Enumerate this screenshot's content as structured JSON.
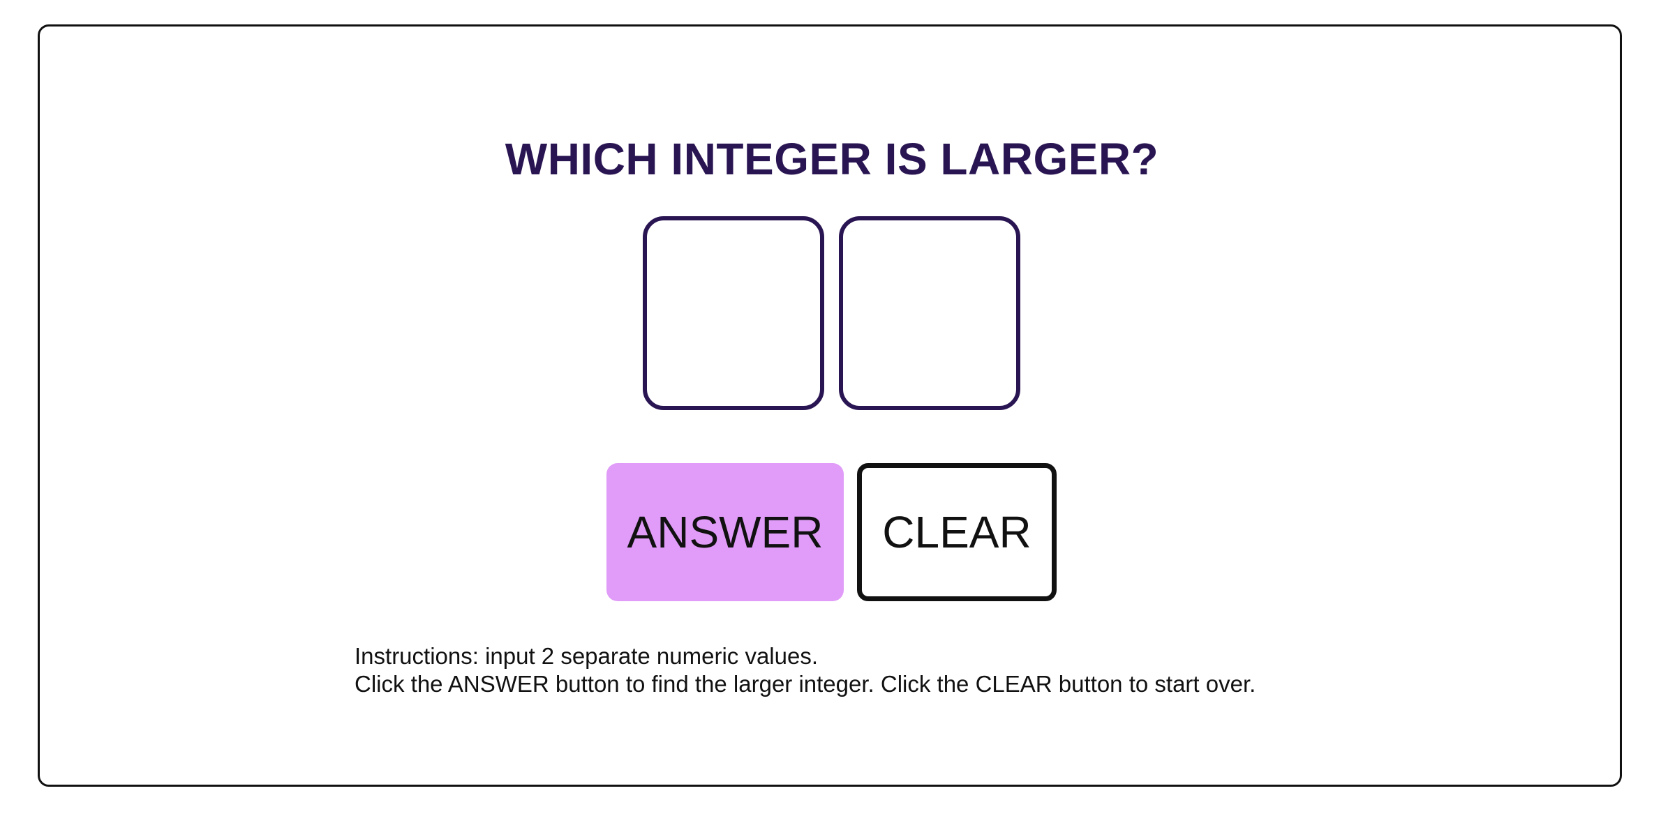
{
  "page": {
    "title": "WHICH INTEGER IS LARGER?",
    "colors": {
      "title": "#2a1553",
      "input_border": "#2a1553",
      "answer_button_bg": "#e09cf8",
      "clear_button_border": "#111111"
    }
  },
  "inputs": {
    "first": {
      "value": "",
      "placeholder": ""
    },
    "second": {
      "value": "",
      "placeholder": ""
    }
  },
  "buttons": {
    "answer_label": "ANSWER",
    "clear_label": "CLEAR"
  },
  "instructions": {
    "line1": "Instructions: input 2 separate numeric values.",
    "line2": "Click the ANSWER button to find the larger integer. Click the CLEAR button to start over."
  }
}
